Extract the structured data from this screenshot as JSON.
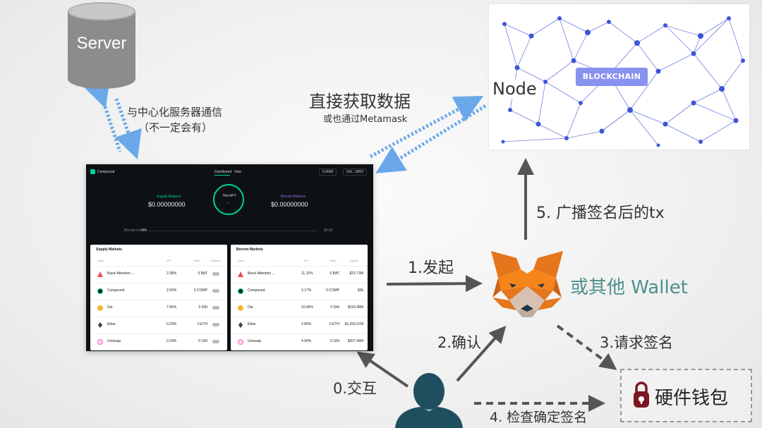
{
  "server": {
    "label": "Server"
  },
  "server_link": {
    "line1": "与中心化服务器通信",
    "line2": "（不一定会有）"
  },
  "node_link": {
    "title": "直接获取数据",
    "subtitle": "或也通过Metamask"
  },
  "blockchain": {
    "node_label": "Node",
    "badge": "BLOCKCHAIN"
  },
  "app": {
    "brand": "Compound",
    "nav": [
      "Dashboard",
      "Vote"
    ],
    "top_buttons": [
      "0.0000",
      "0x0...1B03"
    ],
    "supply_balance_label": "Supply Balance",
    "supply_balance": "$0.00000000",
    "net_apy_label": "Net APY",
    "net_apy": "--",
    "borrow_balance_label": "Borrow Balance",
    "borrow_balance": "$0.00000000",
    "borrow_limit_label": "Borrow Limit",
    "borrow_limit_value": "0%",
    "borrow_limit_right": "$0.00",
    "supply_markets": {
      "title": "Supply Markets",
      "headers": [
        "Asset",
        "APY",
        "Wallet",
        "Collateral"
      ],
      "rows": [
        {
          "name": "Basic Attention ...",
          "apy": "2.38%",
          "balance": "0 BAT",
          "icon_color": "#ef4b4b"
        },
        {
          "name": "Compound",
          "apy": "2.60%",
          "balance": "0 COMP",
          "icon_color": "#0c2d24"
        },
        {
          "name": "Dai",
          "apy": "7.66%",
          "balance": "0 DAI",
          "icon_color": "#f4b731"
        },
        {
          "name": "Ether",
          "apy": "0.29%",
          "balance": "0 ETH",
          "icon_color": "#444444"
        },
        {
          "name": "Uniswap",
          "apy": "0.29%",
          "balance": "0 UNI",
          "icon_color": "#ff67c3"
        }
      ]
    },
    "borrow_markets": {
      "title": "Borrow Markets",
      "headers": [
        "Asset",
        "APY",
        "Wallet",
        "Liquidity"
      ],
      "rows": [
        {
          "name": "Basic Attention ...",
          "apy": "11.10%",
          "balance": "0 BAT",
          "liquidity": "$22.73M",
          "icon_color": "#ef4b4b"
        },
        {
          "name": "Compound",
          "apy": "3.17%",
          "balance": "0 COMP",
          "liquidity": "$3k",
          "icon_color": "#0c2d24"
        },
        {
          "name": "Dai",
          "apy": "10.66%",
          "balance": "0 DAI",
          "liquidity": "$193.48M",
          "icon_color": "#f4b731"
        },
        {
          "name": "Ether",
          "apy": "2.80%",
          "balance": "0 ETH",
          "liquidity": "$1,093.97M",
          "icon_color": "#444444"
        },
        {
          "name": "Uniswap",
          "apy": "4.94%",
          "balance": "0 UNI",
          "liquidity": "$207.46M",
          "icon_color": "#ff67c3"
        }
      ]
    }
  },
  "steps": {
    "initiate": "1.发起",
    "confirm": "2.确认",
    "request_sign": "3.请求签名",
    "check_sign": "4. 检查确定签名",
    "broadcast": "5. 广播签名后的tx",
    "interact": "0.交互"
  },
  "wallet": {
    "label": "或其他 Wallet"
  },
  "hardware_wallet": {
    "label": "硬件钱包"
  },
  "colors": {
    "dotted_arrow": "#6aa8ea",
    "solid_arrow": "#555555",
    "wallet_text": "#4e8f8b",
    "lock": "#7b1822"
  }
}
